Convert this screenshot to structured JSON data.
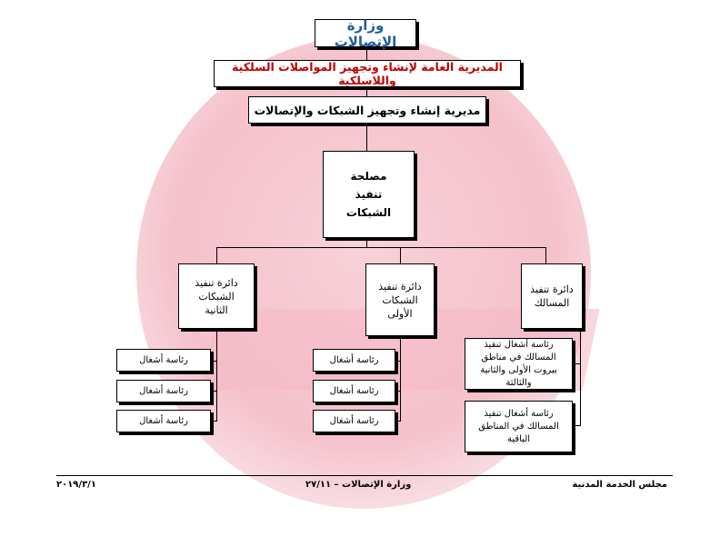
{
  "org": {
    "ministry": "وزارة الإتصالات",
    "directorate_general": "المديرية العامة لإنشاء وتجهيز المواصلات السلكية واللاسلكية",
    "directorate": "مديرية إنشاء وتجهيز الشبكات والإتصالات",
    "service": "مصلحة تنفيذ الشبكات",
    "departments": [
      {
        "label": "دائرة تنفيذ الشبكات الثانية"
      },
      {
        "label": "دائرة تنفيذ الشبكات الأولى"
      },
      {
        "label": "دائرة تنفيذ المسالك"
      }
    ],
    "left_sections": [
      "رئاسة أشغال",
      "رئاسة أشغال",
      "رئاسة أشغال"
    ],
    "mid_sections": [
      "رئاسة أشغال",
      "رئاسة أشغال",
      "رئاسة أشغال"
    ],
    "right_sections": [
      "رئاسة أشغال تنفيذ المسالك في مناطق بيروت الأولى والثانية والثالثة",
      "رئاسة أشغال تنفيذ المسالك في المناطق الباقية"
    ]
  },
  "footer": {
    "right": "مجلس الخدمة المدنية",
    "center": "وزارة الإتصالات – ٢٧/١١",
    "left": "٢٠١٩/٣/١"
  },
  "colors": {
    "ministry_text": "#1f5fa0",
    "directorate_general_text": "#c00000",
    "watermark": "#f3b6c3"
  }
}
